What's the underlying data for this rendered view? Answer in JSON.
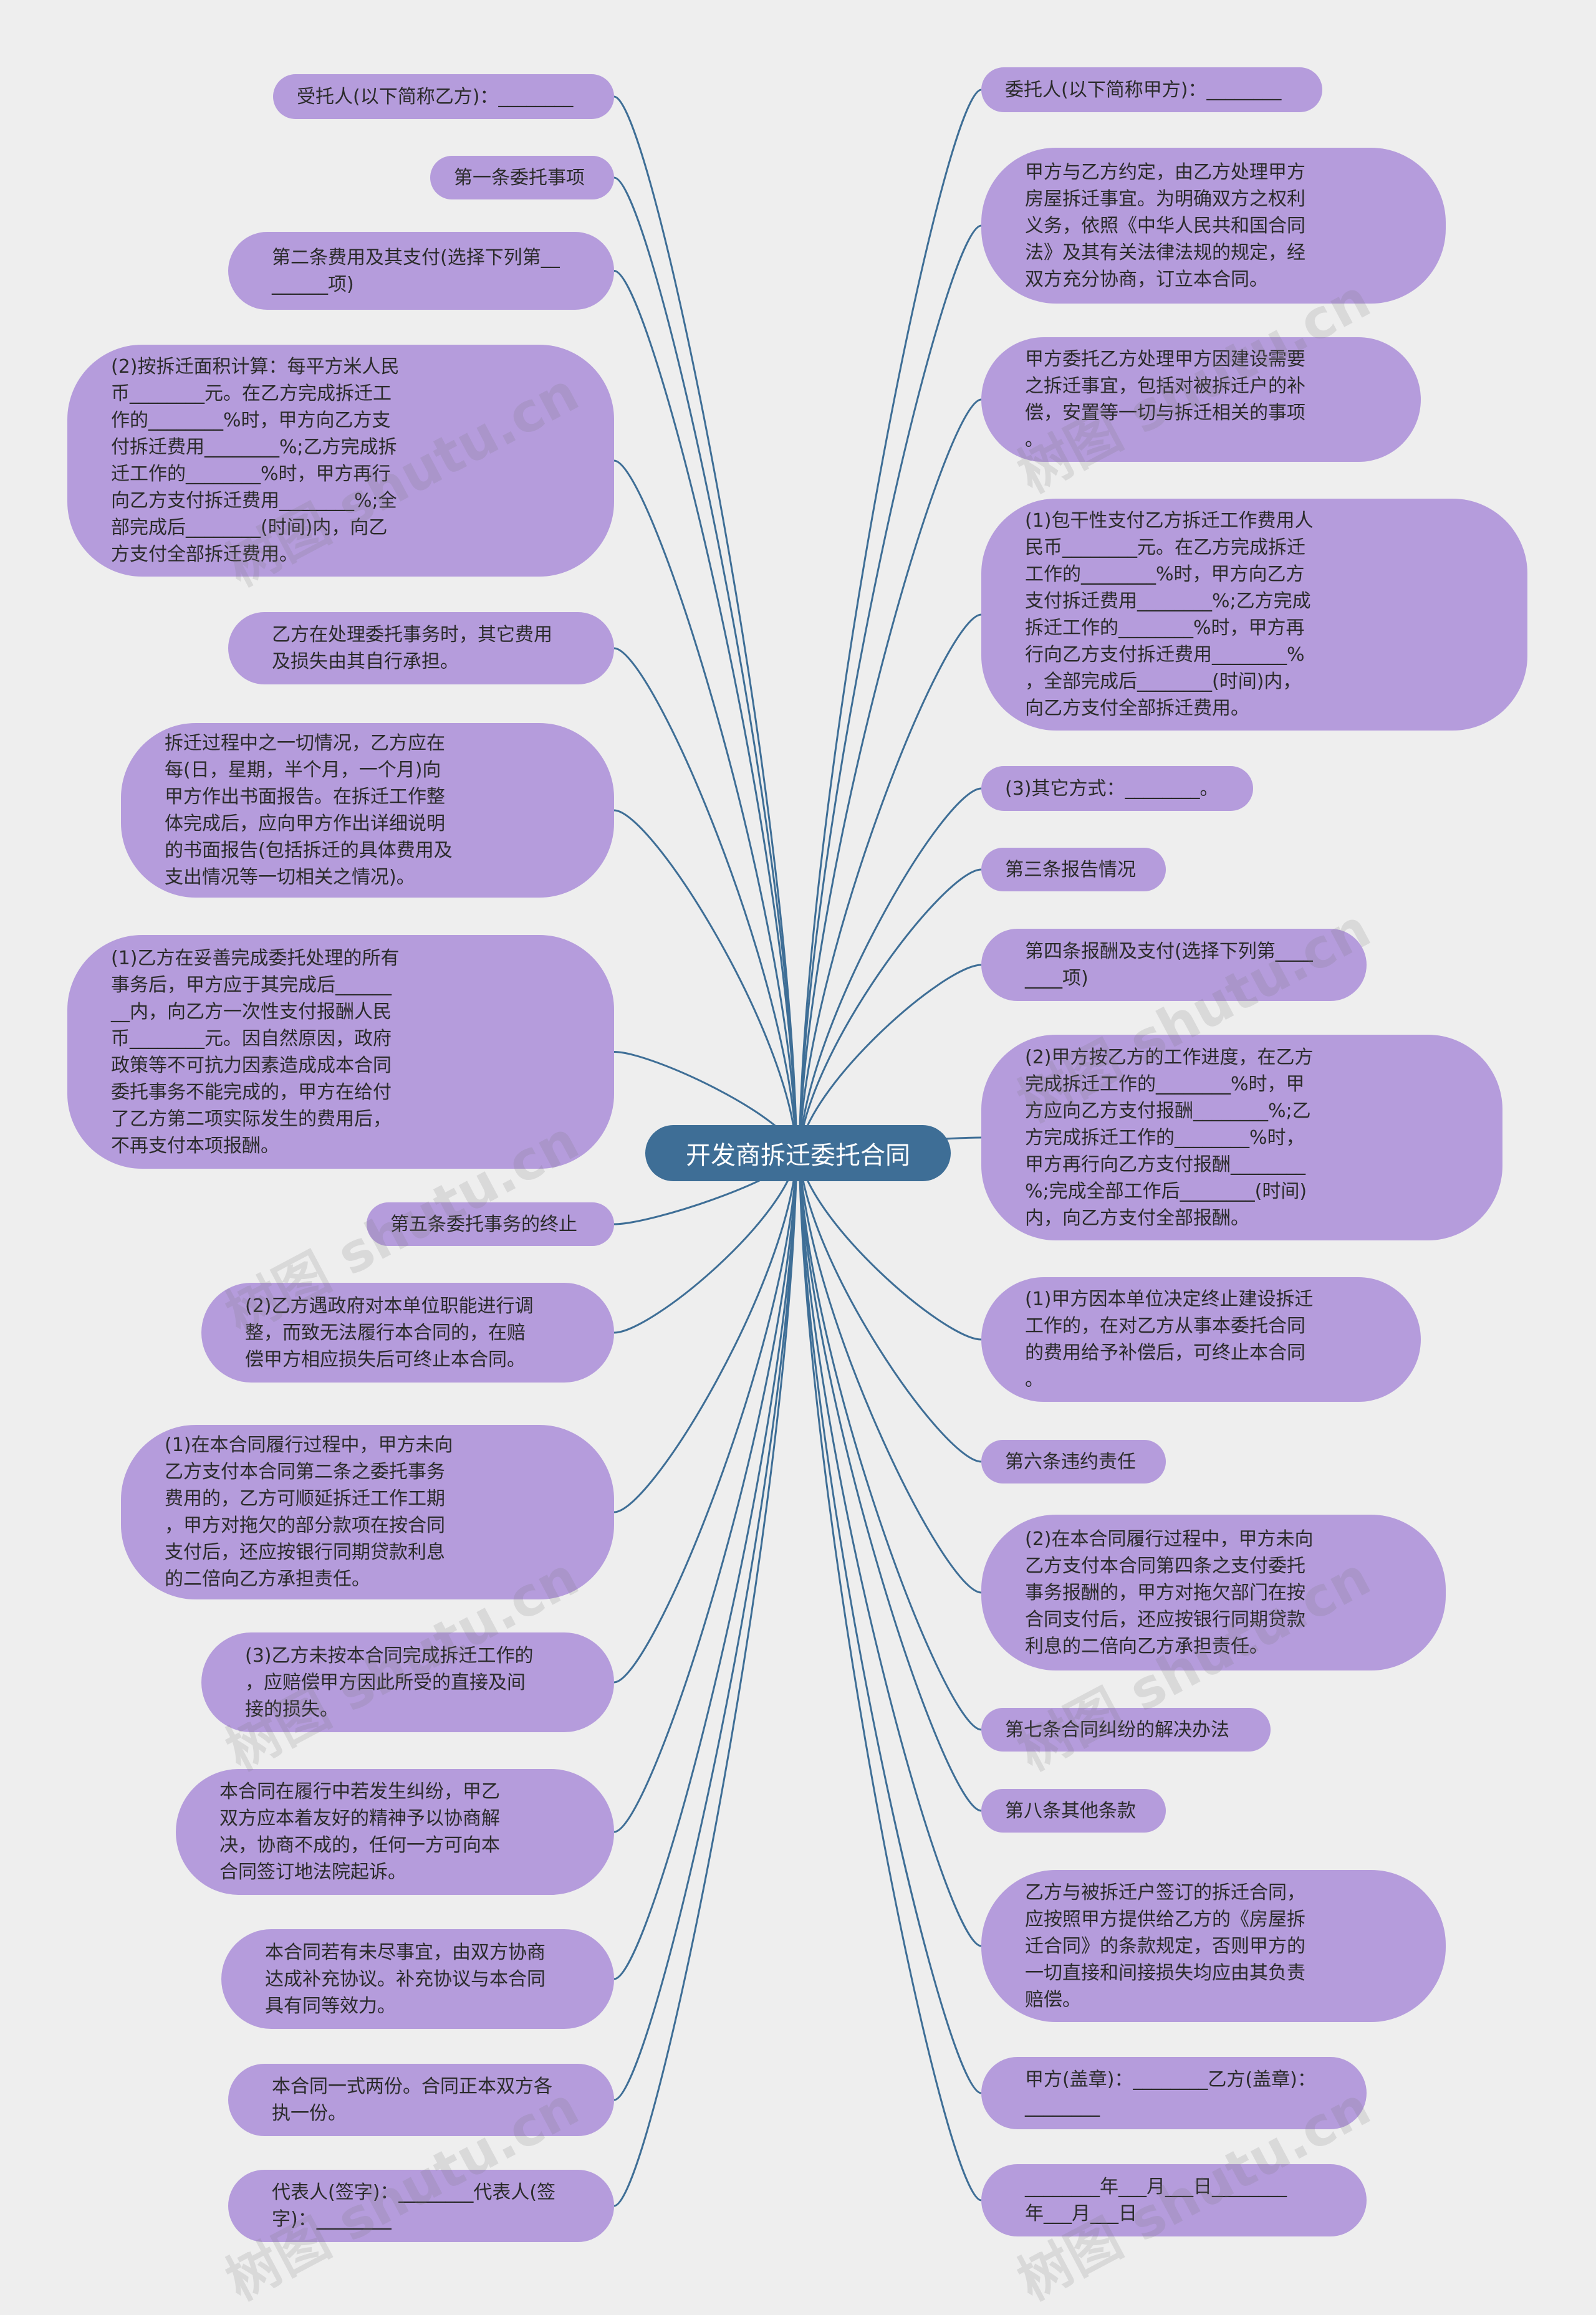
{
  "title": "开发商拆迁委托合同",
  "watermark": "树图 shutu.cn",
  "colors": {
    "center": "#3e6e96",
    "node": "#b59cdc",
    "edge": "#3e6e96",
    "background": "#eeeeee"
  },
  "left_nodes": [
    "受托人(以下简称乙方)：________",
    "第一条委托事项",
    "第二条费用及其支付(选择下列第__\n______项)",
    "(2)按拆迁面积计算：每平方米人民\n币________元。在乙方完成拆迁工\n作的________%时，甲方向乙方支\n付拆迁费用________%;乙方完成拆\n迁工作的________%时，甲方再行\n向乙方支付拆迁费用________%;全\n部完成后________(时间)内，向乙\n方支付全部拆迁费用。",
    "乙方在处理委托事务时，其它费用\n及损失由其自行承担。",
    "拆迁过程中之一切情况，乙方应在\n每(日，星期，半个月，一个月)向\n甲方作出书面报告。在拆迁工作整\n体完成后，应向甲方作出详细说明\n的书面报告(包括拆迁的具体费用及\n支出情况等一切相关之情况)。",
    "(1)乙方在妥善完成委托处理的所有\n事务后，甲方应于其完成后______\n__内，向乙方一次性支付报酬人民\n币________元。因自然原因，政府\n政策等不可抗力因素造成成本合同\n委托事务不能完成的，甲方在给付\n了乙方第二项实际发生的费用后，\n不再支付本项报酬。",
    "第五条委托事务的终止",
    "(2)乙方遇政府对本单位职能进行调\n整，而致无法履行本合同的，在赔\n偿甲方相应损失后可终止本合同。",
    "(1)在本合同履行过程中，甲方未向\n乙方支付本合同第二条之委托事务\n费用的，乙方可顺延拆迁工作工期\n，甲方对拖欠的部分款项在按合同\n支付后，还应按银行同期贷款利息\n的二倍向乙方承担责任。",
    "(3)乙方未按本合同完成拆迁工作的\n，应赔偿甲方因此所受的直接及间\n接的损失。",
    "本合同在履行中若发生纠纷，甲乙\n双方应本着友好的精神予以协商解\n决，协商不成的，任何一方可向本\n合同签订地法院起诉。",
    "本合同若有未尽事宜，由双方协商\n达成补充协议。补充协议与本合同\n具有同等效力。",
    "本合同一式两份。合同正本双方各\n执一份。",
    "代表人(签字)：________代表人(签\n字)：________"
  ],
  "right_nodes": [
    "委托人(以下简称甲方)：________",
    "甲方与乙方约定，由乙方处理甲方\n房屋拆迁事宜。为明确双方之权利\n义务，依照《中华人民共和国合同\n法》及其有关法律法规的规定，经\n双方充分协商，订立本合同。",
    "甲方委托乙方处理甲方因建设需要\n之拆迁事宜，包括对被拆迁户的补\n偿，安置等一切与拆迁相关的事项\n。",
    "(1)包干性支付乙方拆迁工作费用人\n民币________元。在乙方完成拆迁\n工作的________%时，甲方向乙方\n支付拆迁费用________%;乙方完成\n拆迁工作的________%时，甲方再\n行向乙方支付拆迁费用________%\n，全部完成后________(时间)内，\n向乙方支付全部拆迁费用。",
    "(3)其它方式：________。",
    "第三条报告情况",
    "第四条报酬及支付(选择下列第____\n____项)",
    "(2)甲方按乙方的工作进度，在乙方\n完成拆迁工作的________%时，甲\n方应向乙方支付报酬________%;乙\n方完成拆迁工作的________%时，\n甲方再行向乙方支付报酬________\n%;完成全部工作后________(时间)\n内，向乙方支付全部报酬。",
    "(1)甲方因本单位决定终止建设拆迁\n工作的，在对乙方从事本委托合同\n的费用给予补偿后，可终止本合同\n。",
    "第六条违约责任",
    "(2)在本合同履行过程中，甲方未向\n乙方支付本合同第四条之支付委托\n事务报酬的，甲方对拖欠部门在按\n合同支付后，还应按银行同期贷款\n利息的二倍向乙方承担责任。",
    "第七条合同纠纷的解决办法",
    "第八条其他条款",
    "乙方与被拆迁户签订的拆迁合同，\n应按照甲方提供给乙方的《房屋拆\n迁合同》的条款规定，否则甲方的\n一切直接和间接损失均应由其负责\n赔偿。",
    "甲方(盖章)：________乙方(盖章)：\n________",
    "________年___月___日________\n年___月___日"
  ]
}
